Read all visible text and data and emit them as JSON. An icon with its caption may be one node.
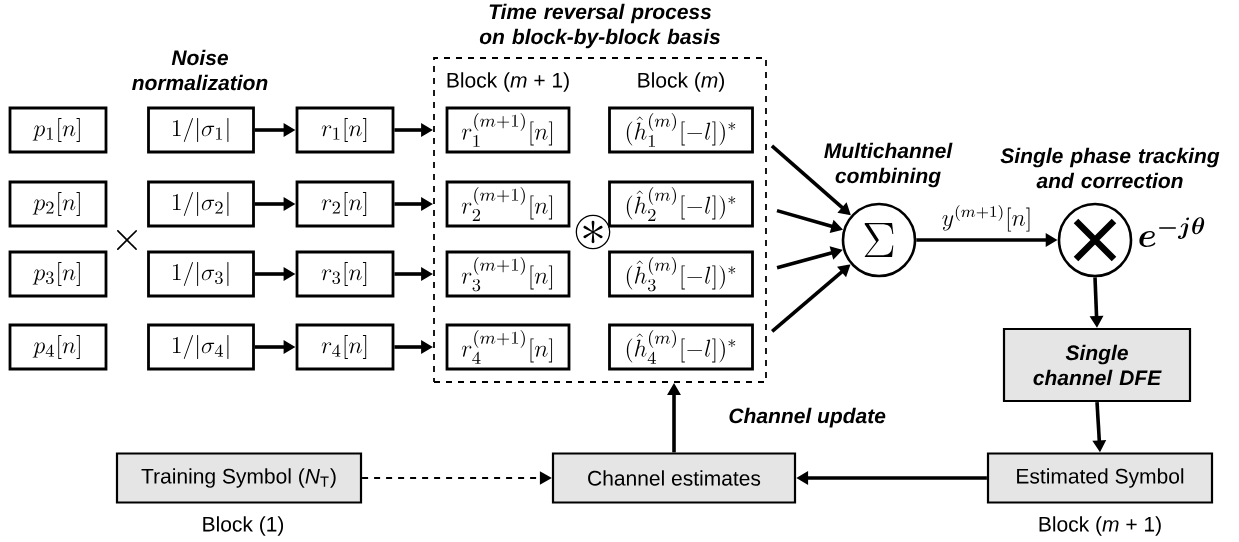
{
  "diagram": {
    "nodes": [
      {
        "text": [
          "p_1[n]"
        ]
      },
      {
        "text": [
          "p_2[n]"
        ]
      },
      {
        "text": [
          "p_3[n]"
        ]
      },
      {
        "text": [
          "p_4[n]"
        ]
      },
      {
        "text": [
          "1/|\\sigma_1|"
        ]
      },
      {
        "text": [
          "1/|\\sigma_2|"
        ]
      },
      {
        "text": [
          "1/|\\sigma_3|"
        ]
      },
      {
        "text": [
          "1/|\\sigma_4|"
        ]
      },
      {
        "text": [
          "r_1[n]"
        ]
      },
      {
        "text": [
          "r_2[n]"
        ]
      },
      {
        "text": [
          "r_3[n]"
        ]
      },
      {
        "text": [
          "r_4[n]"
        ]
      },
      {
        "text": [
          "Time reversal process on block-by-block basis",
          "Block (*m* + 1)",
          "Block (*m*)"
        ]
      },
      {
        "text": [
          "r_1^{(m+1)}[n]"
        ],
        "in": 12
      },
      {
        "text": [
          "r_2^{(m+1)}[n]"
        ],
        "in": 12
      },
      {
        "text": [
          "r_3^{(m+1)}[n]"
        ],
        "in": 12
      },
      {
        "text": [
          "r_4^{(m+1)}[n]"
        ],
        "in": 12
      },
      {
        "text": [
          "(\\hat{h}_1^{(m)}[-l])^*"
        ],
        "in": 12
      },
      {
        "text": [
          "(\\hat{h}_2^{(m)}[-l])^*"
        ],
        "in": 12
      },
      {
        "text": [
          "(\\hat{h}_3^{(m)}[-l])^*"
        ],
        "in": 12
      },
      {
        "text": [
          "(\\hat{h}_4^{(m)}[-l])^*"
        ],
        "in": 12
      },
      {
        "text": [
          "\\Sigma"
        ],
        "beside": [
          "Multichannel combining"
        ]
      },
      {
        "text": [],
        "shape": "circle",
        "beside": [
          "Single phase tracking and correction",
          "e^{-j\\theta}"
        ]
      },
      {
        "text": [
          "Single channel DFE"
        ]
      },
      {
        "text": [
          "Estimated Symbol"
        ],
        "beside": [
          "Block (*m* + 1)"
        ]
      },
      {
        "text": [
          "Channel estimates"
        ]
      },
      {
        "text": [
          "Training Symbol (*N*$_{T}$)"
        ],
        "beside": [
          "Block (1)"
        ]
      }
    ],
    "edges": [
      {
        "from": 4,
        "to": 8,
        "arrow": "to"
      },
      {
        "from": 5,
        "to": 9,
        "arrow": "to"
      },
      {
        "from": 6,
        "to": 10,
        "arrow": "to"
      },
      {
        "from": 7,
        "to": 11,
        "arrow": "to"
      },
      {
        "from": 8,
        "to": 12,
        "arrow": "to"
      },
      {
        "from": 9,
        "to": 12,
        "arrow": "to"
      },
      {
        "from": 10,
        "to": 12,
        "arrow": "to"
      },
      {
        "from": 11,
        "to": 12,
        "arrow": "to"
      },
      {
        "from": 17,
        "to": 21,
        "arrow": "to"
      },
      {
        "from": 18,
        "to": 21,
        "arrow": "to"
      },
      {
        "from": 19,
        "to": 21,
        "arrow": "to"
      },
      {
        "from": 20,
        "to": 21,
        "arrow": "to"
      },
      {
        "from": 21,
        "to": 22,
        "arrow": "to",
        "label": "y^{(m+1)}[n]"
      },
      {
        "from": 22,
        "to": 23,
        "arrow": "to"
      },
      {
        "from": 23,
        "to": 24,
        "arrow": "to"
      },
      {
        "from": 24,
        "to": 25,
        "arrow": "to"
      },
      {
        "from": 25,
        "to": 12,
        "arrow": "to",
        "label": "Channel update"
      },
      {
        "from": 26,
        "to": 25,
        "arrow": "to",
        "style": "dashed"
      }
    ],
    "labels": [
      "Noise normalization",
      "\\times",
      "\\circledast"
    ]
  }
}
